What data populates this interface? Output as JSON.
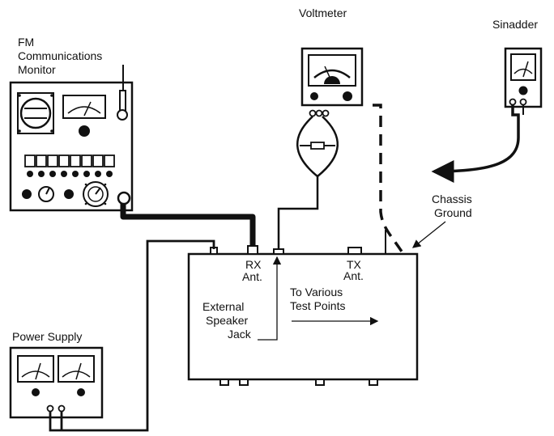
{
  "labels": {
    "fm_monitor_line1": "FM",
    "fm_monitor_line2": "Communications",
    "fm_monitor_line3": "Monitor",
    "voltmeter": "Voltmeter",
    "sinadder": "Sinadder",
    "chassis_ground_line1": "Chassis",
    "chassis_ground_line2": "Ground",
    "rx_ant_line1": "RX",
    "rx_ant_line2": "Ant.",
    "tx_ant_line1": "TX",
    "tx_ant_line2": "Ant.",
    "test_points_line1": "To Various",
    "test_points_line2": "Test Points",
    "speaker_jack_line1": "External",
    "speaker_jack_line2": "Speaker",
    "speaker_jack_line3": "Jack",
    "power_supply": "Power Supply"
  }
}
